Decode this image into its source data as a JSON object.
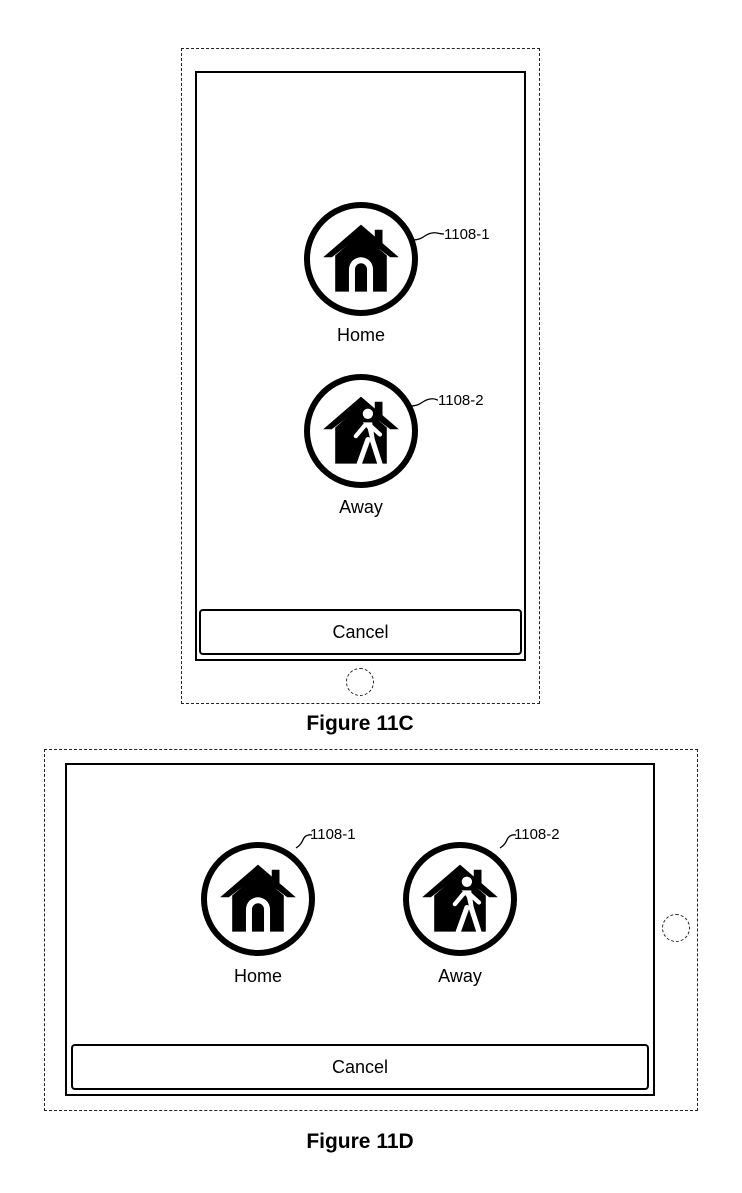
{
  "figures": [
    {
      "caption": "Figure 11C",
      "buttons": [
        {
          "label": "Home",
          "ref": "1108-1",
          "icon": "house-icon"
        },
        {
          "label": "Away",
          "ref": "1108-2",
          "icon": "house-walking-person-icon"
        }
      ],
      "cancel_label": "Cancel"
    },
    {
      "caption": "Figure 11D",
      "buttons": [
        {
          "label": "Home",
          "ref": "1108-1",
          "icon": "house-icon"
        },
        {
          "label": "Away",
          "ref": "1108-2",
          "icon": "house-walking-person-icon"
        }
      ],
      "cancel_label": "Cancel"
    }
  ]
}
